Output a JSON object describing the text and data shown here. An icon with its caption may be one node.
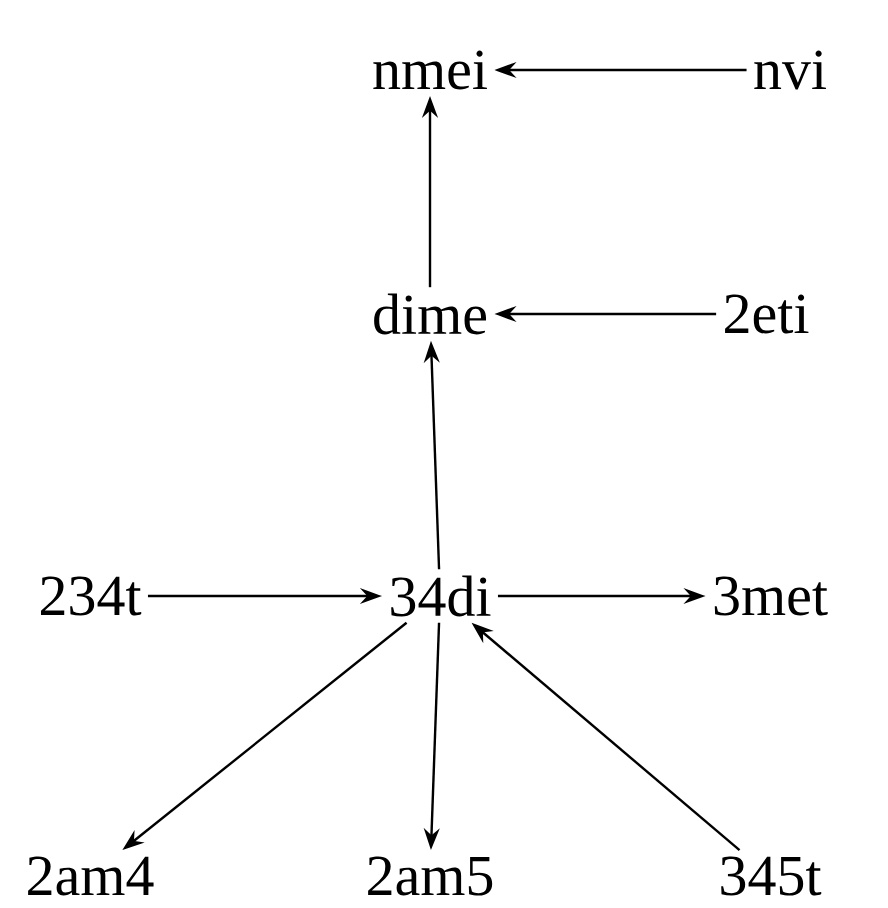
{
  "diagram": {
    "nodes": [
      {
        "text": [
          "nmei"
        ]
      },
      {
        "text": [
          "nvi"
        ]
      },
      {
        "text": [
          "dime"
        ]
      },
      {
        "text": [
          "2eti"
        ]
      },
      {
        "text": [
          "234t"
        ]
      },
      {
        "text": [
          "34di"
        ]
      },
      {
        "text": [
          "3met"
        ]
      },
      {
        "text": [
          "2am4"
        ]
      },
      {
        "text": [
          "2am5"
        ]
      },
      {
        "text": [
          "345t"
        ]
      }
    ],
    "edges": [
      {
        "from": 1,
        "to": 0,
        "arrow": "to"
      },
      {
        "from": 2,
        "to": 0,
        "arrow": "to"
      },
      {
        "from": 3,
        "to": 2,
        "arrow": "to"
      },
      {
        "from": 5,
        "to": 2,
        "arrow": "to"
      },
      {
        "from": 4,
        "to": 5,
        "arrow": "to"
      },
      {
        "from": 5,
        "to": 6,
        "arrow": "to"
      },
      {
        "from": 5,
        "to": 7,
        "arrow": "to"
      },
      {
        "from": 5,
        "to": 8,
        "arrow": "to"
      },
      {
        "from": 9,
        "to": 5,
        "arrow": "to"
      }
    ]
  }
}
